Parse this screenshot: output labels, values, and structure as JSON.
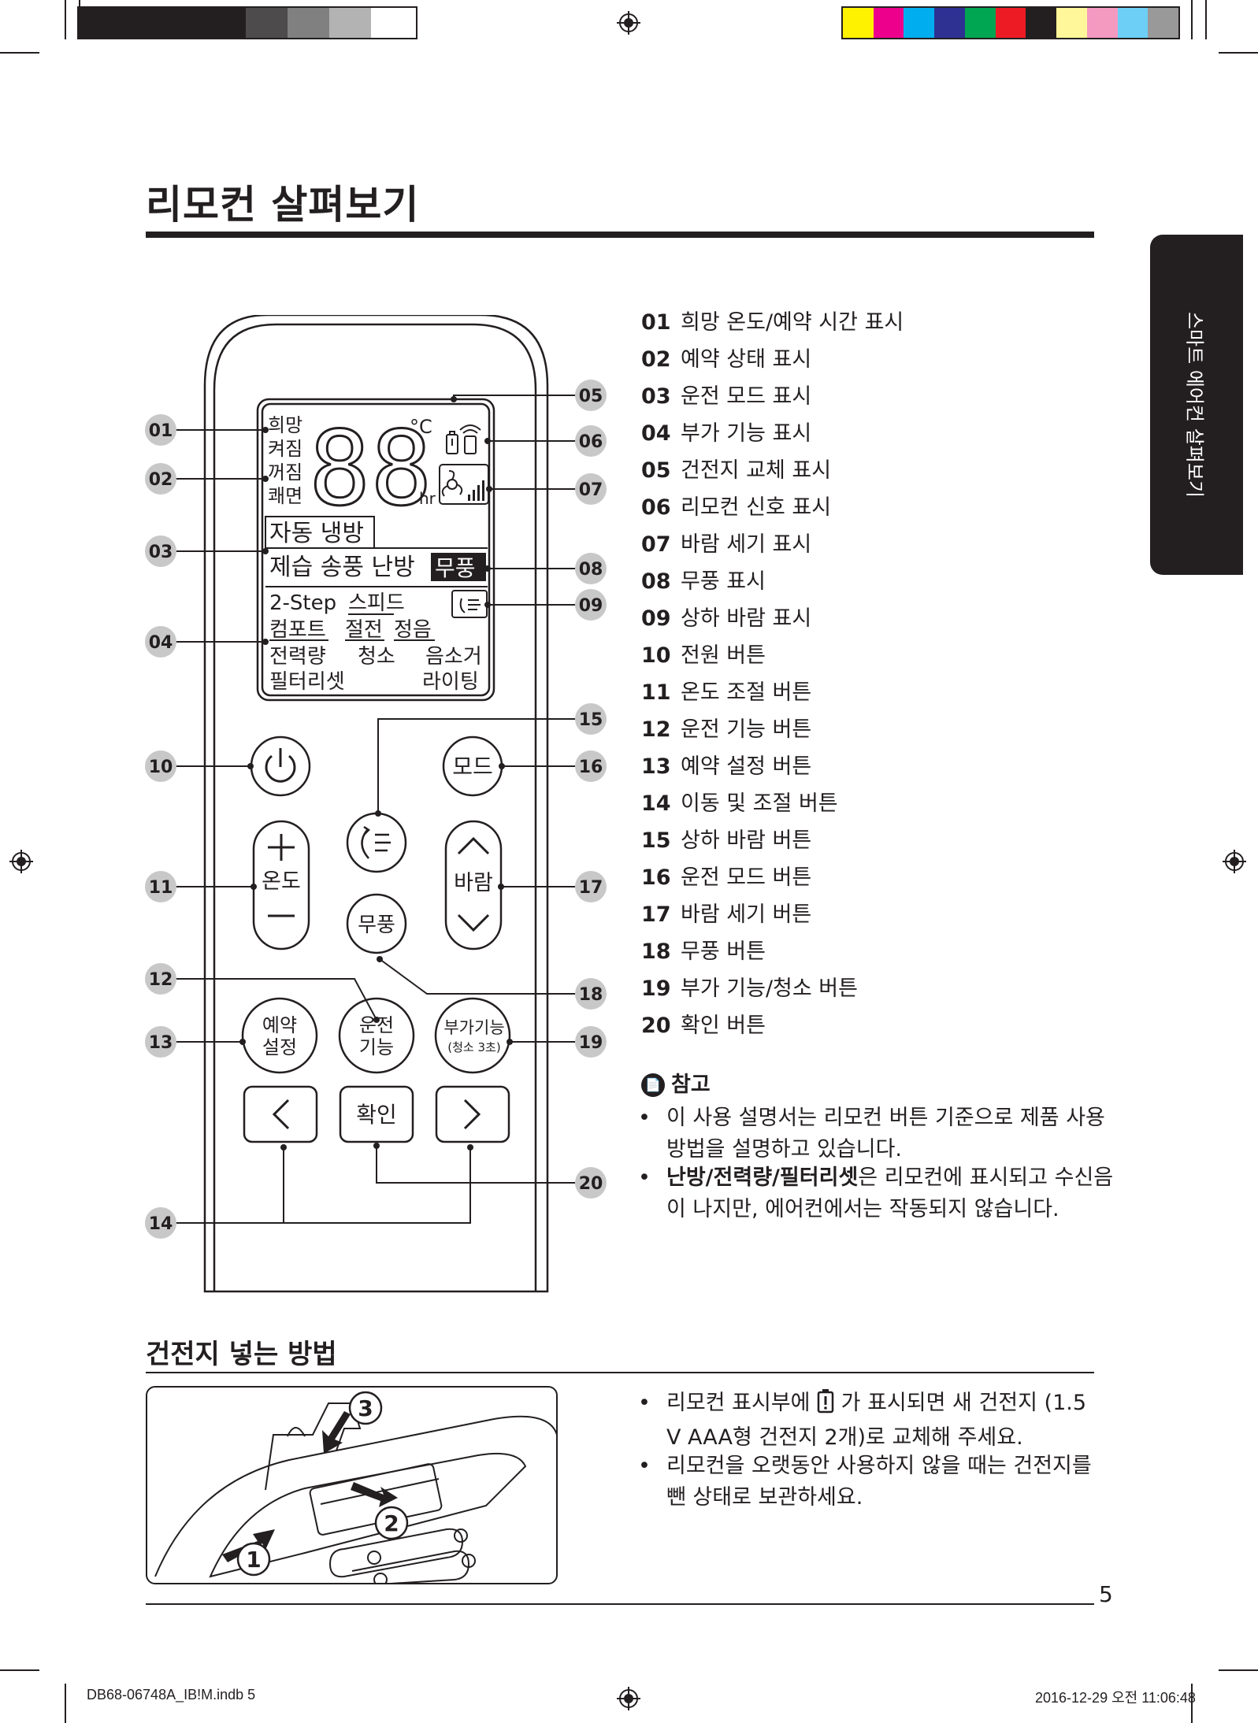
{
  "title": "리모컨 살펴보기",
  "side_tab": "스마트 에어컨 살펴보기",
  "legend": [
    {
      "num": "01",
      "text": "희망 온도/예약 시간 표시"
    },
    {
      "num": "02",
      "text": "예약 상태 표시"
    },
    {
      "num": "03",
      "text": "운전 모드 표시"
    },
    {
      "num": "04",
      "text": "부가 기능 표시"
    },
    {
      "num": "05",
      "text": "건전지 교체 표시"
    },
    {
      "num": "06",
      "text": "리모컨 신호 표시"
    },
    {
      "num": "07",
      "text": "바람 세기 표시"
    },
    {
      "num": "08",
      "text": "무풍 표시"
    },
    {
      "num": "09",
      "text": "상하 바람 표시"
    },
    {
      "num": "10",
      "text": "전원 버튼"
    },
    {
      "num": "11",
      "text": "온도 조절 버튼"
    },
    {
      "num": "12",
      "text": "운전 기능 버튼"
    },
    {
      "num": "13",
      "text": "예약 설정 버튼"
    },
    {
      "num": "14",
      "text": "이동 및 조절 버튼"
    },
    {
      "num": "15",
      "text": "상하 바람 버튼"
    },
    {
      "num": "16",
      "text": "운전 모드 버튼"
    },
    {
      "num": "17",
      "text": "바람 세기 버튼"
    },
    {
      "num": "18",
      "text": "무풍 버튼"
    },
    {
      "num": "19",
      "text": "부가 기능/청소 버튼"
    },
    {
      "num": "20",
      "text": "확인 버튼"
    }
  ],
  "note": {
    "heading": "참고",
    "bullet1": "이 사용 설명서는 리모컨 버튼 기준으로 제품 사용 방법을 설명하고 있습니다.",
    "bullet2_bold": "난방/전력량/필터리셋",
    "bullet2_rest": "은 리모컨에 표시되고 수신음이 나지만, 에어컨에서는 작동되지 않습니다."
  },
  "remote": {
    "display": {
      "status": [
        "희망",
        "켜짐",
        "꺼짐",
        "쾌면"
      ],
      "digits": "88",
      "unit_c": "°C",
      "unit_hr": "hr",
      "modes_row1": "자동 냉방",
      "modes_row2": "제습 송풍 난방",
      "windfree": "무풍",
      "opt_row1": [
        "2-Step",
        "스피드"
      ],
      "opt_row2": [
        "컴포트",
        "절전",
        "정음"
      ],
      "opt_row3": [
        "전력량",
        "청소",
        "음소거"
      ],
      "opt_row4": [
        "필터리셋",
        "라이팅"
      ]
    },
    "buttons": {
      "mode": "모드",
      "temp": "온도",
      "wind": "바람",
      "windfree": "무풍",
      "reserve_line1": "예약",
      "reserve_line2": "설정",
      "function_line1": "운전",
      "function_line2": "기능",
      "extra_line1": "부가기능",
      "extra_line2": "(청소 3초)",
      "confirm": "확인"
    },
    "callouts_left": [
      "01",
      "02",
      "03",
      "04",
      "10",
      "11",
      "12",
      "13",
      "14"
    ],
    "callouts_right": [
      "05",
      "06",
      "07",
      "08",
      "09",
      "15",
      "16",
      "17",
      "18",
      "19",
      "20"
    ]
  },
  "battery": {
    "title": "건전지 넣는 방법",
    "bullet1_a": "리모컨 표시부에",
    "bullet1_b": "가 표시되면 새 건전지 (1.5 V AAA형 건전지 2개)로 교체해 주세요.",
    "bullet2": "리모컨을 오랫동안 사용하지 않을 때는 건전지를 뺀 상태로 보관하세요.",
    "steps": [
      "1",
      "2",
      "3"
    ]
  },
  "page_number": "5",
  "footer_left": "DB68-06748A_IB!M.indb   5",
  "footer_right": "2016-12-29   오전 11:06:48",
  "colors": {
    "ink": "#231f20",
    "callout": "#c8c8c8",
    "swatches_left": [
      "#231f20",
      "#231f20",
      "#231f20",
      "#231f20",
      "#4d4b4b",
      "#808080",
      "#b3b3b3",
      "#ffffff"
    ],
    "swatches_right": [
      "#fff200",
      "#ec008c",
      "#00aeef",
      "#2e3192",
      "#00a651",
      "#ed1c24",
      "#231f20",
      "#fff799",
      "#f49ac1",
      "#6dcff6",
      "#999999"
    ]
  }
}
